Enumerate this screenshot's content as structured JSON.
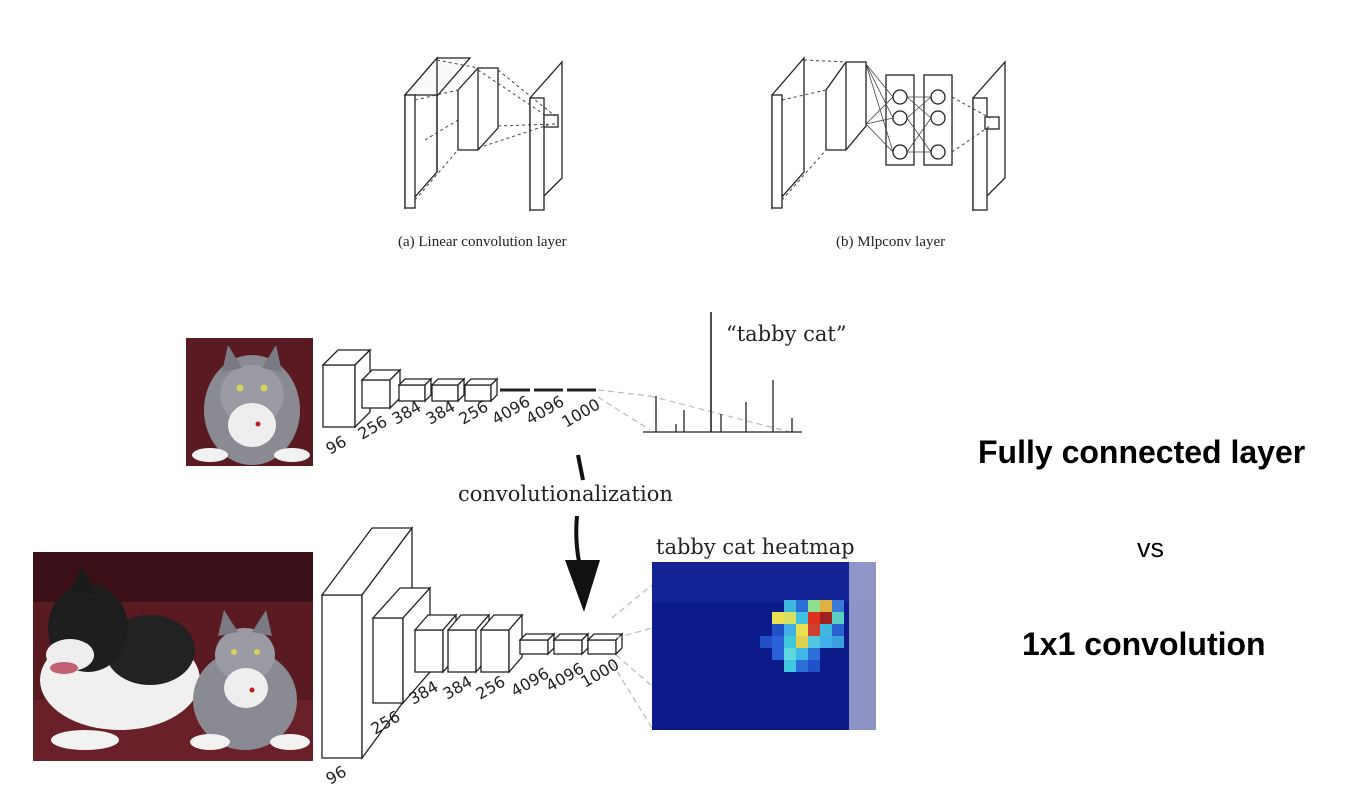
{
  "top_diagram": {
    "caption_a": "(a) Linear convolution layer",
    "caption_b": "(b) Mlpconv layer"
  },
  "classification_net": {
    "layer_sizes": [
      "96",
      "256",
      "384",
      "384",
      "256",
      "4096",
      "4096",
      "1000"
    ],
    "output_label": "“tabby cat”"
  },
  "transform_label": "convolutionalization",
  "fully_conv_net": {
    "layer_sizes": [
      "96",
      "256",
      "384",
      "384",
      "256",
      "4096",
      "4096",
      "1000"
    ],
    "heatmap_title": "tabby cat heatmap"
  },
  "comparison": {
    "left": "Fully connected layer",
    "middle": "vs",
    "right": "1x1 convolution"
  },
  "colors": {
    "heatmap_background": "#0c1a8a",
    "cat_photo_bg": "#5a1a22"
  }
}
